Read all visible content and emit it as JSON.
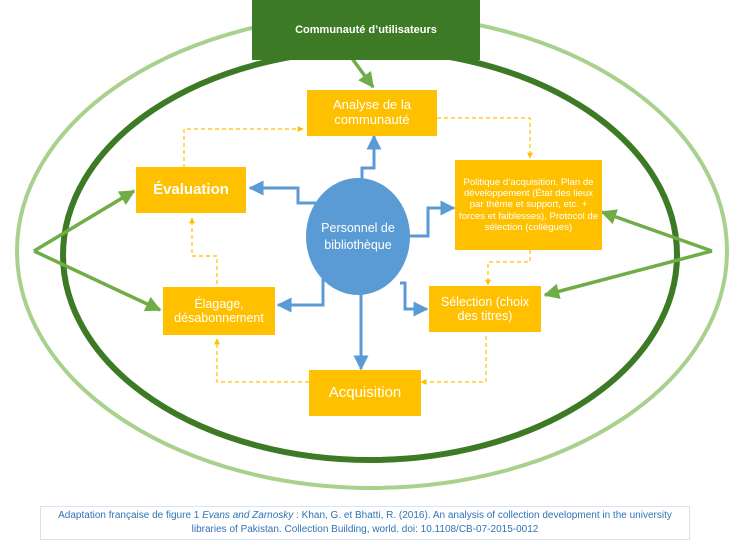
{
  "diagram": {
    "community": "Communauté d’utilisateurs",
    "center": "Personnel de bibliothèque",
    "nodes": {
      "analyse": "Analyse de la communauté",
      "politique": "Politique d’acquisition, Plan de développement (État des lieux par thème et support, etc. + forces et faiblesses), Protocol de sélection (collègues)",
      "selection": "Sélection (choix des titres)",
      "acquisition": "Acquisition",
      "elagage": "Élagage, désabonnement",
      "evaluation": "Évaluation"
    },
    "colors": {
      "outer_ellipse": "#A9D18E",
      "inner_ellipse": "#3D7A25",
      "box": "#FFC000",
      "center": "#5B9BD5",
      "blue_arrow": "#5B9BD5",
      "green_arrow": "#70AD47",
      "dashed": "#FFC000"
    }
  },
  "caption": {
    "prefix": "Adaptation française de figure 1",
    "authors": "Evans and Zarnosky",
    "rest": " : Khan, G. et Bhatti, R. (2016). An analysis of collection development in the university libraries of Pakistan. Collection Building, world. doi: 10.1108/CB-07-2015-0012"
  }
}
